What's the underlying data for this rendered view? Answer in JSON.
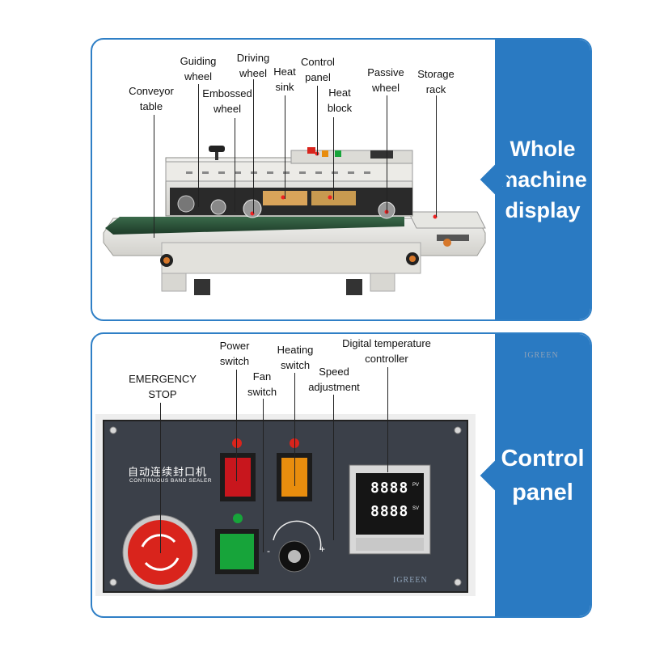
{
  "machine_section": {
    "title_lines": [
      "Whole",
      "machine",
      "display"
    ],
    "labels": [
      {
        "id": "conveyor-table",
        "lines": [
          "Conveyor",
          "table"
        ]
      },
      {
        "id": "guiding-wheel",
        "lines": [
          "Guiding",
          "wheel"
        ]
      },
      {
        "id": "embossed-wheel",
        "lines": [
          "Embossed",
          "wheel"
        ]
      },
      {
        "id": "driving-wheel",
        "lines": [
          "Driving",
          "wheel"
        ]
      },
      {
        "id": "heat-sink",
        "lines": [
          "Heat",
          "sink"
        ]
      },
      {
        "id": "control-panel",
        "lines": [
          "Control",
          "panel"
        ]
      },
      {
        "id": "heat-block",
        "lines": [
          "Heat",
          "block"
        ]
      },
      {
        "id": "passive-wheel",
        "lines": [
          "Passive",
          "wheel"
        ]
      },
      {
        "id": "storage-rack",
        "lines": [
          "Storage",
          "rack"
        ]
      }
    ]
  },
  "control_section": {
    "title_lines": [
      "Control",
      "panel"
    ],
    "labels": [
      {
        "id": "emergency-stop",
        "lines": [
          "EMERGENCY",
          "STOP"
        ]
      },
      {
        "id": "power-switch",
        "lines": [
          "Power",
          "switch"
        ]
      },
      {
        "id": "fan-switch",
        "lines": [
          "Fan",
          "switch"
        ]
      },
      {
        "id": "heating-switch",
        "lines": [
          "Heating",
          "switch"
        ]
      },
      {
        "id": "speed-adjustment",
        "lines": [
          "Speed",
          "adjustment"
        ]
      },
      {
        "id": "digital-temperature-controller",
        "lines": [
          "Digital temperature",
          "controller"
        ]
      }
    ],
    "panel_text": {
      "chinese_name": "自动连续封口机",
      "english_name": "CONTINUOUS BAND SEALER",
      "speed_minus": "-",
      "speed_plus": "+",
      "display_top": "8888",
      "display_bottom": "8888",
      "pv": "PV",
      "sv": "SV"
    }
  },
  "watermark": "IGREEN",
  "colors": {
    "accent_blue": "#2a7ac2",
    "emergency_red": "#d9241c",
    "power_red": "#c8161d",
    "heating_orange": "#e88d0e",
    "fan_green": "#17a43a",
    "panel_dark": "#3a3f48"
  }
}
